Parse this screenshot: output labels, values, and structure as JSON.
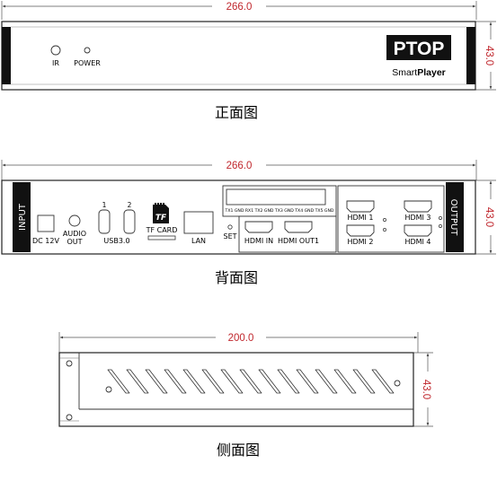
{
  "dimensions": {
    "front_width": "266.0",
    "front_height": "43.0",
    "back_width": "266.0",
    "back_height": "43.0",
    "side_width": "200.0",
    "side_height": "43.0",
    "dim_color": "#c0272d"
  },
  "front": {
    "caption": "正面图",
    "ir_label": "IR",
    "power_label": "POWER",
    "brand_logo": "PTOP",
    "brand_prefix": "Smart",
    "brand_suffix": "Player"
  },
  "back": {
    "caption": "背面图",
    "input_label": "INPUT",
    "output_label": "OUTPUT",
    "dc_label": "DC 12V",
    "audio_label_1": "AUDIO",
    "audio_label_2": "OUT",
    "usb_num_1": "1",
    "usb_num_2": "2",
    "usb_label": "USB3.0",
    "tf_logo": "TF",
    "tf_label": "TF CARD",
    "lan_label": "LAN",
    "set_label": "SET",
    "hdmi_in_label": "HDMI IN",
    "hdmi_out1_label": "HDMI OUT1",
    "terminal_label": "TX1 GND RX1  TX2 GND  TX3 GND  TX4 GND  TX5 GND",
    "hdmi1_label": "HDMI 1",
    "hdmi2_label": "HDMI 2",
    "hdmi3_label": "HDMI 3",
    "hdmi4_label": "HDMI 4"
  },
  "side": {
    "caption": "侧面图"
  }
}
